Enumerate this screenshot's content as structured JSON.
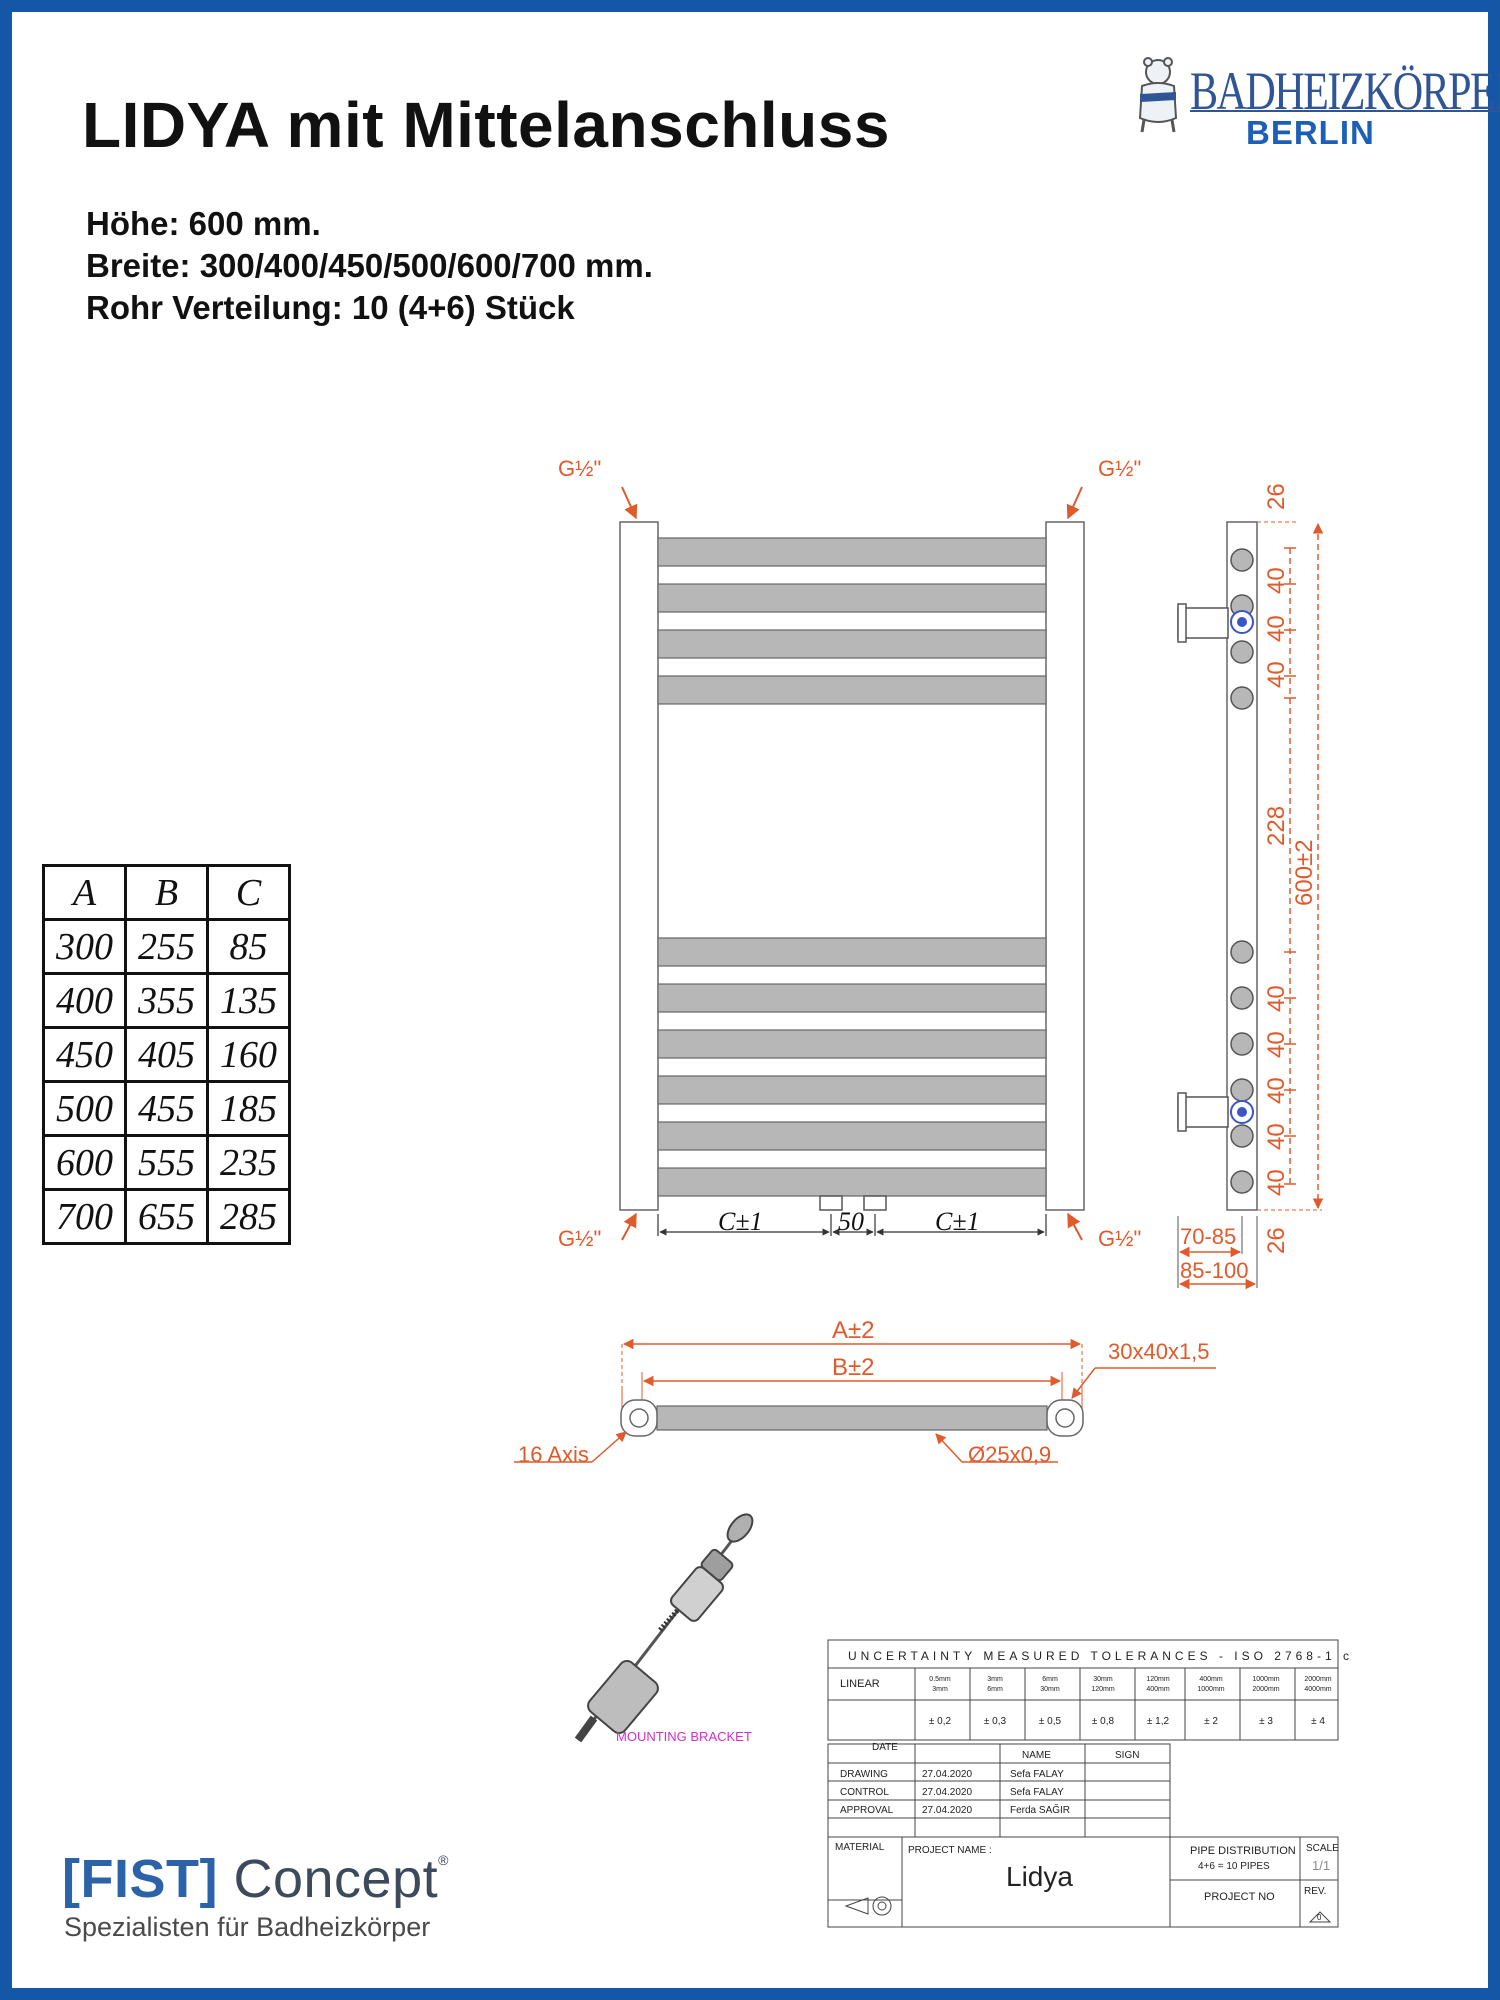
{
  "title": "LIDYA mit Mittelanschluss",
  "specs": {
    "height": "Höhe: 600 mm.",
    "width": "Breite: 300/400/450/500/600/700 mm.",
    "pipes": "Rohr Verteilung: 10 (4+6) Stück"
  },
  "logo": {
    "main": "BADHEIZKÖRPER",
    "sub": "BERLIN"
  },
  "dimension_table": {
    "headers": [
      "A",
      "B",
      "C"
    ],
    "rows": [
      [
        "300",
        "255",
        "85"
      ],
      [
        "400",
        "355",
        "135"
      ],
      [
        "450",
        "405",
        "160"
      ],
      [
        "500",
        "455",
        "185"
      ],
      [
        "600",
        "555",
        "235"
      ],
      [
        "700",
        "655",
        "285"
      ]
    ]
  },
  "front_view": {
    "thread": "G½\"",
    "c_label": "C±1",
    "center_gap": "50",
    "top_pipes": 4,
    "bottom_pipes": 6
  },
  "side_view": {
    "top_offset": "26",
    "spacing": "40",
    "gap": "228",
    "total_height": "600±2",
    "bottom_offset": "26",
    "depth1": "70-85",
    "depth2": "85-100"
  },
  "top_view": {
    "a_label": "A±2",
    "b_label": "B±2",
    "profile": "30x40x1,5",
    "axis": "16 Axis",
    "pipe": "Ø25x0,9"
  },
  "mounting_bracket": "MOUNTING BRACKET",
  "title_block": {
    "header": "UNCERTAINTY MEASURED TOLERANCES - ISO 2768-1 c",
    "ranges": [
      [
        "0.5mm",
        "3mm"
      ],
      [
        "3mm",
        "6mm"
      ],
      [
        "6mm",
        "30mm"
      ],
      [
        "30mm",
        "120mm"
      ],
      [
        "120mm",
        "400mm"
      ],
      [
        "400mm",
        "1000mm"
      ],
      [
        "1000mm",
        "2000mm"
      ],
      [
        "2000mm",
        "4000mm"
      ]
    ],
    "linear_label": "LINEAR",
    "linear_values": [
      "± 0,2",
      "± 0,3",
      "± 0,5",
      "± 0,8",
      "± 1,2",
      "± 2",
      "± 3",
      "± 4"
    ],
    "col_headers": [
      "DATE",
      "NAME",
      "SIGN"
    ],
    "rows": [
      {
        "label": "DRAWING",
        "date": "27.04.2020",
        "name": "Sefa FALAY"
      },
      {
        "label": "CONTROL",
        "date": "27.04.2020",
        "name": "Sefa FALAY"
      },
      {
        "label": "APPROVAL",
        "date": "27.04.2020",
        "name": "Ferda SAĞIR"
      }
    ],
    "material_label": "MATERIAL",
    "project_name_label": "PROJECT NAME :",
    "project_name": "Lidya",
    "pipe_distribution_label": "PIPE DISTRIBUTION",
    "pipe_distribution_value": "4+6 = 10 PIPES",
    "project_no_label": "PROJECT NO",
    "scale_label": "SCALE",
    "scale_value": "1/1",
    "rev_label": "REV.",
    "rev_value": "0"
  },
  "footer": {
    "brand_bracket": "[FIST]",
    "brand_word": " Concept",
    "registered": "®",
    "tagline": "Spezialisten für Badheizkörper"
  },
  "colors": {
    "frame": "#1357a6",
    "dimension": "#e05a2b",
    "pipe_fill": "#b7b7b7",
    "logo_blue": "#1d5fb6"
  }
}
